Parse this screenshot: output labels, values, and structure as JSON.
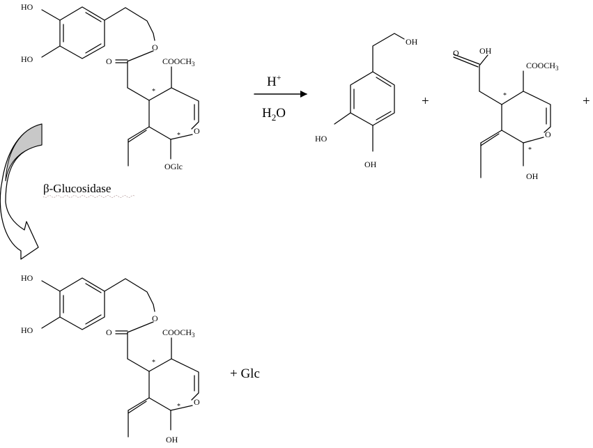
{
  "reaction": {
    "reagent_top": "H",
    "reagent_top_charge": "+",
    "reagent_bottom_main": "H",
    "reagent_bottom_sub": "2",
    "reagent_bottom_tail": "O"
  },
  "enzyme": {
    "label": "β-Glucosidase"
  },
  "plus_sign": "+",
  "plus_glucose": "+ Glc",
  "atoms": {
    "ho": "HO",
    "oh": "OH",
    "o": "O",
    "ester": "COOCH",
    "ester_sub": "3",
    "oglc": "OGlc",
    "star": "*"
  },
  "colors": {
    "enzyme_arrow_fill": "#c8c8c8",
    "ink": "#000000"
  }
}
